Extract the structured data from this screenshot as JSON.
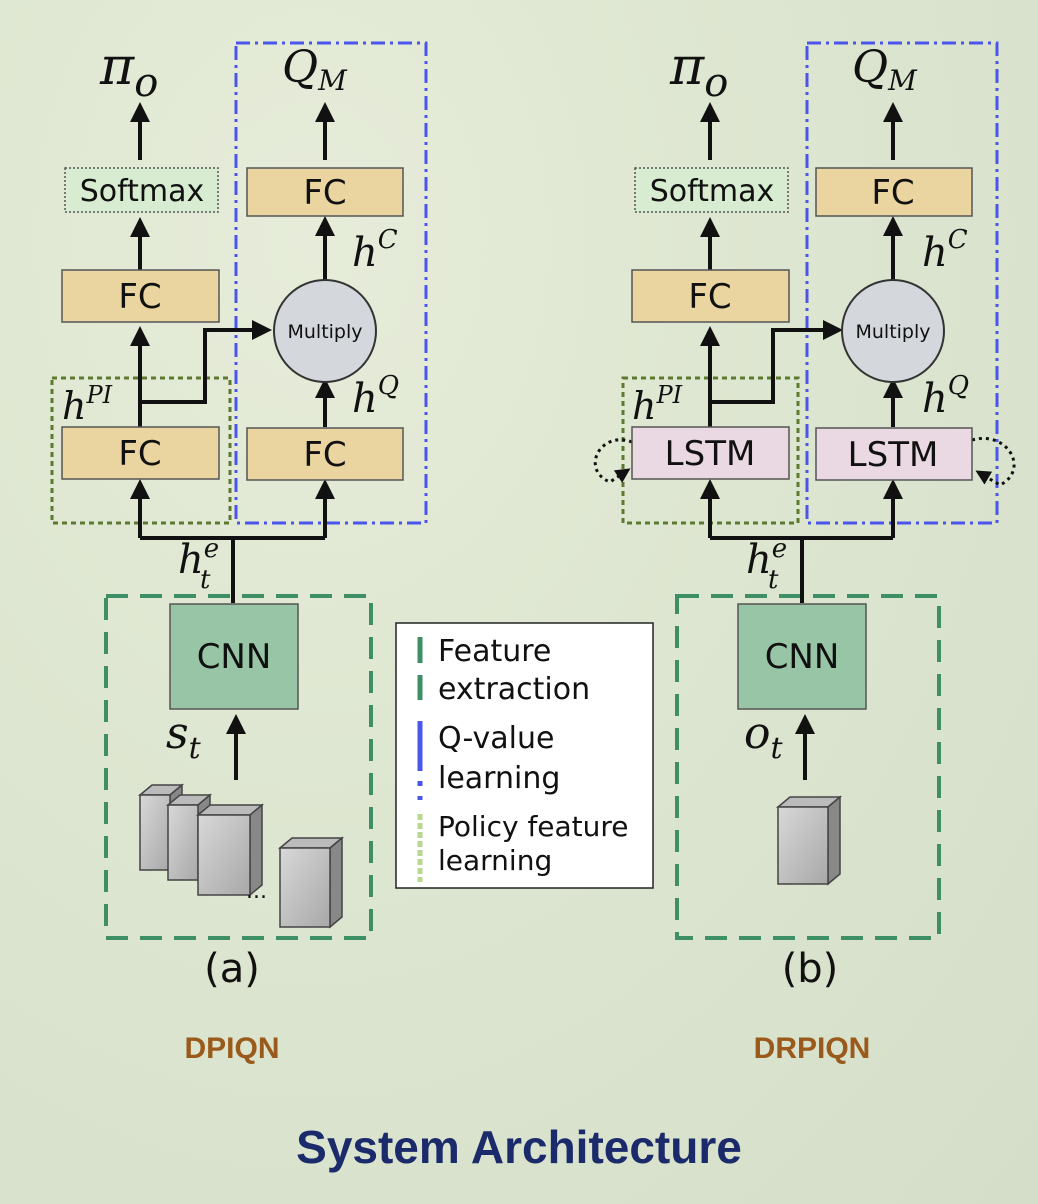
{
  "diagram": {
    "panel_a": {
      "output_policy_main": "π",
      "output_policy_sub": "o",
      "output_q_main": "Q",
      "output_q_sub": "M",
      "softmax": "Softmax",
      "fc_policy": "FC",
      "fc_q_top": "FC",
      "multiply": "Multiply",
      "hC_main": "h",
      "hC_sup": "C",
      "hQ_main": "h",
      "hQ_sup": "Q",
      "hPI_main": "h",
      "hPI_sup": "PI",
      "fc_pi": "FC",
      "fc_q": "FC",
      "he_main": "h",
      "he_sup": "e",
      "he_sub": "t",
      "cnn": "CNN",
      "input_main": "s",
      "input_sub": "t",
      "ellipsis": "...",
      "caption": "(a)"
    },
    "panel_b": {
      "output_policy_main": "π",
      "output_policy_sub": "o",
      "output_q_main": "Q",
      "output_q_sub": "M",
      "softmax": "Softmax",
      "fc_policy": "FC",
      "fc_q_top": "FC",
      "multiply": "Multiply",
      "hC_main": "h",
      "hC_sup": "C",
      "hQ_main": "h",
      "hQ_sup": "Q",
      "hPI_main": "h",
      "hPI_sup": "PI",
      "lstm_pi": "LSTM",
      "lstm_q": "LSTM",
      "he_main": "h",
      "he_sup": "e",
      "he_sub": "t",
      "cnn": "CNN",
      "input_main": "o",
      "input_sub": "t",
      "caption": "(b)"
    },
    "legend": {
      "items": [
        {
          "label_line1": "Feature",
          "label_line2": "extraction",
          "color": "#3f8f66"
        },
        {
          "label_line1": "Q-value",
          "label_line2": "learning",
          "color": "#4a55ee"
        },
        {
          "label_line1": "Policy feature",
          "label_line2": "learning",
          "color": "#b9d88f"
        }
      ]
    }
  },
  "models": {
    "a_name": "DPIQN",
    "b_name": "DRPIQN"
  },
  "title": "System Architecture",
  "colors": {
    "fc_fill": "#ead5a1",
    "softmax_fill": "#d7ecd0",
    "cnn_fill": "#99c5a7",
    "lstm_fill": "#ead8e2",
    "multiply_fill": "#d4d8dc",
    "feature_dash": "#3f8f66",
    "q_dashdot": "#4a55ee",
    "policy_dot": "#5c7a2f",
    "title": "#1b2a6b",
    "model_name": "#9a5a1c"
  }
}
